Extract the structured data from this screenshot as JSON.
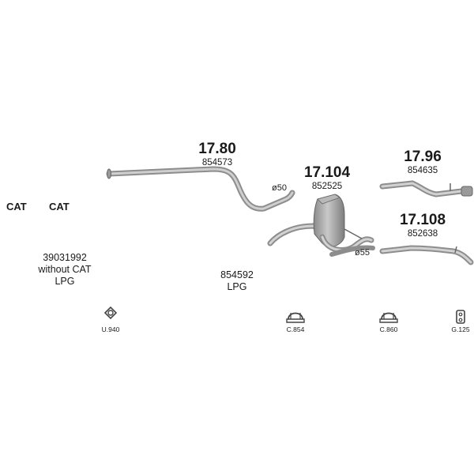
{
  "cat_labels": [
    "CAT",
    "CAT"
  ],
  "note_left": {
    "line1": "39031992",
    "line2": "without CAT",
    "line3": "LPG"
  },
  "note_mid": {
    "line1": "854592",
    "line2": "LPG"
  },
  "parts": [
    {
      "number": "17.80",
      "code": "854573",
      "diameter": "ø50"
    },
    {
      "number": "17.104",
      "code": "852525",
      "diameter": "ø55"
    },
    {
      "number": "17.96",
      "code": "854635"
    },
    {
      "number": "17.108",
      "code": "852638"
    }
  ],
  "accessories": [
    {
      "label": "U.940",
      "icon": "gasket-icon"
    },
    {
      "label": "C.854",
      "icon": "clamp-icon"
    },
    {
      "label": "C.860",
      "icon": "clamp-icon"
    },
    {
      "label": "G.125",
      "icon": "rubber-mount-icon"
    }
  ],
  "colors": {
    "pipe": "#a6a6a6",
    "pipe_dark": "#7a7a7a",
    "text": "#1a1a1a"
  }
}
